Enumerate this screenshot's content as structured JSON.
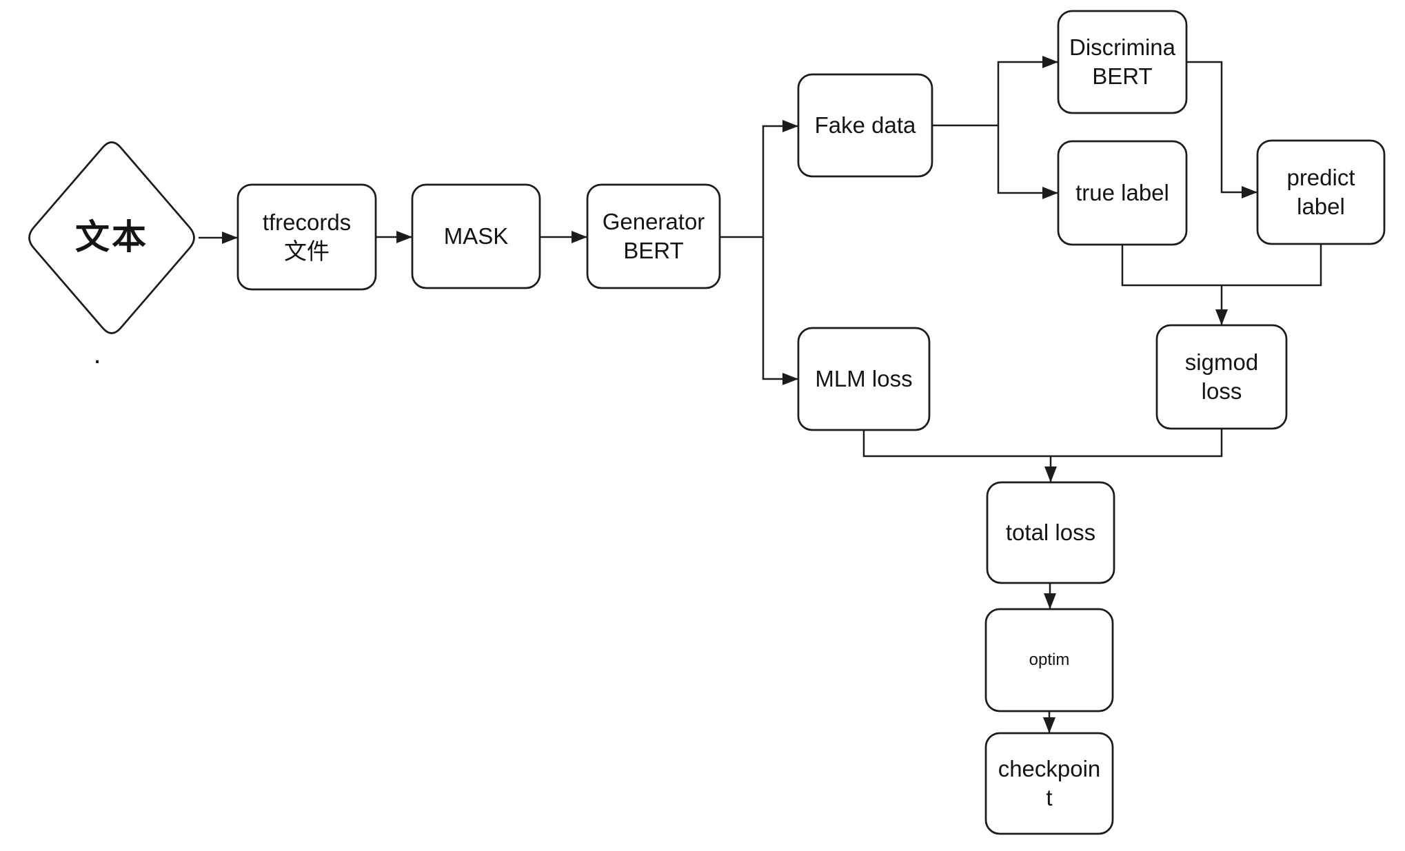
{
  "diagram": {
    "type": "flowchart",
    "background": "#ffffff",
    "stroke_color": "#1c1c1c",
    "text_color": "#141414",
    "nodes": {
      "source": {
        "label": "文本",
        "shape": "diamond"
      },
      "tfrecords": {
        "label": "tfrecords\n文件",
        "shape": "rounded-rect"
      },
      "mask": {
        "label": "MASK",
        "shape": "rounded-rect"
      },
      "generator": {
        "label": "Generator\nBERT",
        "shape": "rounded-rect"
      },
      "fake_data": {
        "label": "Fake data",
        "shape": "rounded-rect"
      },
      "discriminator": {
        "label": "Discrimina\nBERT",
        "shape": "rounded-rect"
      },
      "true_label": {
        "label": "true label",
        "shape": "rounded-rect"
      },
      "predict_label": {
        "label": "predict\nlabel",
        "shape": "rounded-rect"
      },
      "mlm_loss": {
        "label": "MLM loss",
        "shape": "rounded-rect"
      },
      "sigmod_loss": {
        "label": "sigmod\nloss",
        "shape": "rounded-rect"
      },
      "total_loss": {
        "label": "total loss",
        "shape": "rounded-rect"
      },
      "optim": {
        "label": "optim",
        "shape": "rounded-rect"
      },
      "checkpoint": {
        "label": "checkpoin\nt",
        "shape": "rounded-rect"
      }
    },
    "stray_mark": ".",
    "edges": [
      {
        "from": "source",
        "to": "tfrecords"
      },
      {
        "from": "tfrecords",
        "to": "mask"
      },
      {
        "from": "mask",
        "to": "generator"
      },
      {
        "from": "generator",
        "to": "fake_data"
      },
      {
        "from": "generator",
        "to": "mlm_loss"
      },
      {
        "from": "fake_data",
        "to": "discriminator"
      },
      {
        "from": "fake_data",
        "to": "true_label"
      },
      {
        "from": "discriminator",
        "to": "predict_label"
      },
      {
        "from": "true_label",
        "to": "sigmod_loss"
      },
      {
        "from": "predict_label",
        "to": "sigmod_loss"
      },
      {
        "from": "mlm_loss",
        "to": "total_loss"
      },
      {
        "from": "sigmod_loss",
        "to": "total_loss"
      },
      {
        "from": "total_loss",
        "to": "optim"
      },
      {
        "from": "optim",
        "to": "checkpoint"
      }
    ]
  }
}
